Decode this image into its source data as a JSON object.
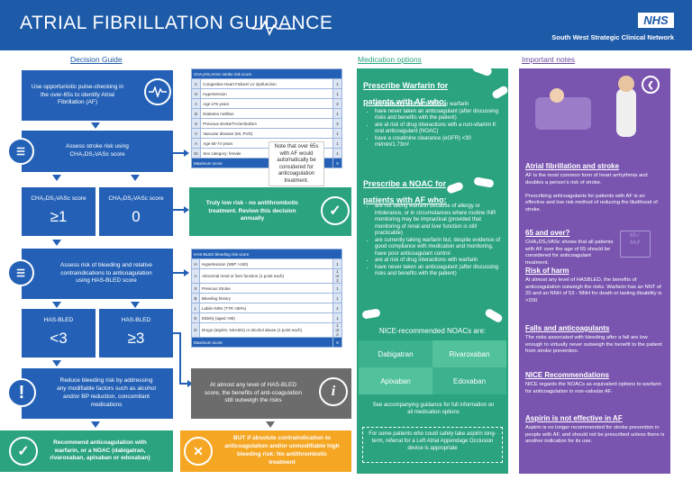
{
  "header": {
    "title": "ATRIAL FIBRILLATION GUIDANCE",
    "nhs": "NHS",
    "network": "South West Strategic Clinical Network"
  },
  "sections": {
    "decision": "Decision Guide",
    "medication": "Medication options",
    "notes": "Important notes"
  },
  "flow": {
    "pulse": "Use opportunistic pulse-checking in the over-65s to identify Atrial Fibrillation (AF)",
    "assess_stroke": "Assess stroke risk using CHA₂DS₂VASc score",
    "score_ge1_label": "CHA₂DS₂VASc score",
    "score_ge1_value": "≥1",
    "score_0_label": "CHA₂DS₂VASc score",
    "score_0_value": "0",
    "low_risk": "Truly low risk - no antithrombotic treatment. Review this decision annually",
    "assess_bleed": "Assess risk of bleeding and relative contraindications to anticoagulation using HAS-BLED score",
    "hasbled_lt3_label": "HAS-BLED",
    "hasbled_lt3_value": "<3",
    "hasbled_ge3_label": "HAS-BLED",
    "hasbled_ge3_value": "≥3",
    "reduce": "Reduce bleeding risk by addressing any modifiable factors such as alcohol and/or BP reduction, concomitant medications",
    "any_level": "At almost any level of HAS-BLED score, the benefits of anti-coagulation still outweigh the risks",
    "recommend": "Recommend anticoagulation with warfarin, or a NOAC (dabigatran, rivaroxaban, apixaban or edoxaban)",
    "but_if": "BUT if absolute contraindication to anticoagulation and/or unmodifiable high bleeding risk: No antithrombotic treatment",
    "note": "Note that over 65s with AF would automatically be considered for anticoagulation treatment."
  },
  "cha_table": {
    "title": "CHA₂DS₂VASc stroke risk score",
    "rows": [
      {
        "l": "C",
        "t": "Congestive Heart Failure/ LV dysfunction",
        "p": "1"
      },
      {
        "l": "H",
        "t": "Hypertension",
        "p": "1"
      },
      {
        "l": "A",
        "t": "Age ≥75 years",
        "p": "2"
      },
      {
        "l": "D",
        "t": "Diabetes mellitus",
        "p": "1"
      },
      {
        "l": "S",
        "t": "Previous stroke/TIA/embolism",
        "p": "2"
      },
      {
        "l": "V",
        "t": "Vascular disease (MI, PVD)",
        "p": "1"
      },
      {
        "l": "A",
        "t": "Age 65-74 years",
        "p": "1"
      },
      {
        "l": "Sc",
        "t": "Sex category: female",
        "p": "1"
      }
    ],
    "foot": "Maximum score",
    "foot_p": "9"
  },
  "has_table": {
    "title": "HAS-BLED bleeding risk score",
    "rows": [
      {
        "l": "H",
        "t": "Hypertension (SBP >160)",
        "p": "1"
      },
      {
        "l": "A",
        "t": "Abnormal renal or liver function (1 point each)",
        "p": "1 or 2"
      },
      {
        "l": "S",
        "t": "Previous Stroke",
        "p": "1"
      },
      {
        "l": "B",
        "t": "Bleeding history",
        "p": "1"
      },
      {
        "l": "L",
        "t": "Labile INRs (TTR <60%)",
        "p": "1"
      },
      {
        "l": "E",
        "t": "Elderly (aged >65)",
        "p": "1"
      },
      {
        "l": "D",
        "t": "Drugs (aspirin, NSAIDs) or alcohol abuse (1 point each)",
        "p": "1 or 2"
      }
    ],
    "foot": "Maximum score",
    "foot_p": "9"
  },
  "medication": {
    "warfarin_title": "Prescribe Warfarin for patients with AF who:",
    "warfarin_items": [
      "are currently well controlled on warfarin",
      "have never taken an anticoagulant (after discussing risks and benefits with the patient)",
      "are at risk of drug interactions with a non-vitamin K oral anticoagulant (NOAC)",
      "have a creatinine clearance (eGFR) <30 ml/min/1.73m²"
    ],
    "noac_title": "Prescribe a NOAC for patients with AF who:",
    "noac_items": [
      "are not taking warfarin because of allergy or intolerance, or in circumstances where routine INR monitoring may be impractical (provided that monitoring of renal and liver function is still practicable)",
      "are currently taking warfarin but, despite evidence of good compliance with medication and monitoring, have poor anticoagulant control",
      "are at risk of drug interactions with warfarin",
      "have never taken an anticoagulant (after discussing risks and benefits with the patient)"
    ],
    "nice_title": "NICE-recommended NOACs are:",
    "noacs": [
      "Dabigatran",
      "Rivaroxaban",
      "Apixaban",
      "Edoxaban"
    ],
    "guidance": "See accompanying guidance for full information on all medication options",
    "laao": "For some patients who could safely take aspirin long-term, referral for a Left Atrial Appendage Occlusion device is appropriate"
  },
  "notes": [
    {
      "title": "Atrial fibrillation and stroke",
      "text": "AF is the most common form of heart arrhythmia and doubles a person's risk of stroke.\n\nPrescribing anticoagulants for patients with AF is an effective and low risk method of reducing the likelihood of stroke."
    },
    {
      "title": "65 and over?",
      "text": "CHA₂DS₂VASc shows that all patients with AF over the age of 65 should be considered for anticoagulant treatment."
    },
    {
      "title": "Risk of harm",
      "text": "At almost any level of HASBLED, the benefits of anticoagulation outweigh the risks. Warfarin has an NNT of 25 and an NNH of 53 - NNH for death or lasting disability is >200."
    },
    {
      "title": "Falls and anticoagulants",
      "text": "The risks associated with bleeding after a fall are low enough to virtually never outweigh the benefit to the patient from stroke prevention."
    },
    {
      "title": "NICE Recommendations",
      "text": "NICE regards the NOACs as equivalent options to warfarin for anticoagulation in non-valvular AF."
    },
    {
      "title": "Aspirin is not effective in AF",
      "text": "Aspirin is no longer recommended for stroke prevention in people with AF, and should not be prescribed unless there is another indication for its use."
    }
  ],
  "colors": {
    "blue": "#2461b6",
    "teal": "#2aa37e",
    "grey": "#6c6c6c",
    "orange": "#f5a623",
    "purple": "#7a55b0"
  }
}
